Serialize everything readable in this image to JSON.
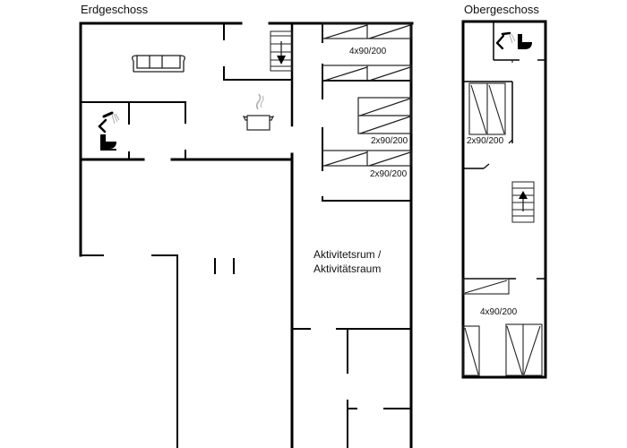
{
  "floors": {
    "ground": {
      "title": "Erdgeschoss",
      "room_label_line1": "Aktivitetsrum /",
      "room_label_line2": "Aktivitätsraum",
      "beds": [
        {
          "label": "4x90/200"
        },
        {
          "label": "2x90/200"
        },
        {
          "label": "2x90/200"
        }
      ],
      "icons": [
        "sofa-icon",
        "stairs-down-icon",
        "shower-icon",
        "toilet-icon",
        "cooking-pot-icon"
      ]
    },
    "upper": {
      "title": "Obergeschoss",
      "beds": [
        {
          "label": "2x90/200"
        },
        {
          "label": "4x90/200"
        }
      ],
      "icons": [
        "shower-icon",
        "toilet-icon",
        "stairs-up-icon"
      ]
    }
  },
  "colors": {
    "wall": "#000000",
    "fixture": "#222222",
    "background": "#ffffff"
  }
}
